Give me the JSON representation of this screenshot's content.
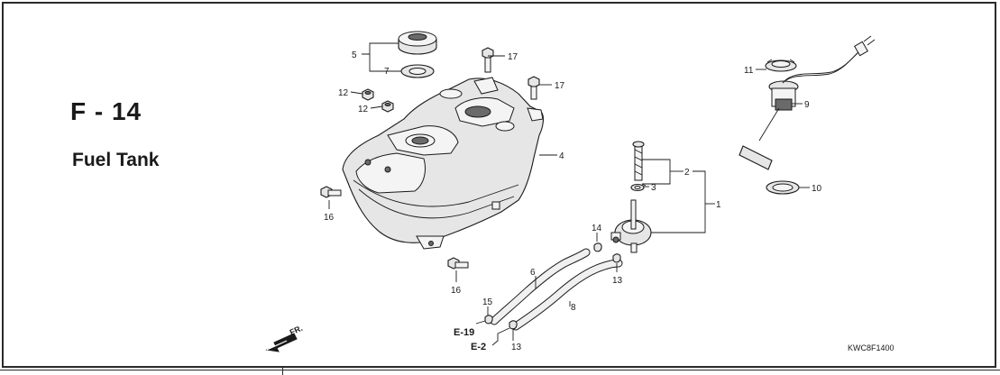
{
  "header": {
    "page_code": "F - 14",
    "page_title": "Fuel Tank",
    "drawing_code": "KWC8F1400"
  },
  "orientation": {
    "label": "FR."
  },
  "cross_refs": [
    "E-19",
    "E-2"
  ],
  "callouts": [
    {
      "id": "c1",
      "number": "1"
    },
    {
      "id": "c2",
      "number": "2"
    },
    {
      "id": "c3",
      "number": "3"
    },
    {
      "id": "c4",
      "number": "4"
    },
    {
      "id": "c5",
      "number": "5"
    },
    {
      "id": "c6",
      "number": "6"
    },
    {
      "id": "c7",
      "number": "7"
    },
    {
      "id": "c8",
      "number": "8"
    },
    {
      "id": "c9",
      "number": "9"
    },
    {
      "id": "c10",
      "number": "10"
    },
    {
      "id": "c11",
      "number": "11"
    },
    {
      "id": "c12a",
      "number": "12"
    },
    {
      "id": "c12b",
      "number": "12"
    },
    {
      "id": "c13a",
      "number": "13"
    },
    {
      "id": "c13b",
      "number": "13"
    },
    {
      "id": "c14",
      "number": "14"
    },
    {
      "id": "c15",
      "number": "15"
    },
    {
      "id": "c16a",
      "number": "16"
    },
    {
      "id": "c16b",
      "number": "16"
    },
    {
      "id": "c17a",
      "number": "17"
    },
    {
      "id": "c17b",
      "number": "17"
    }
  ]
}
